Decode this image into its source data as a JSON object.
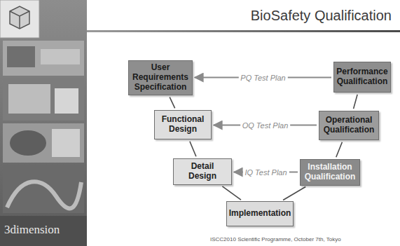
{
  "diagram": {
    "title": "BioSafety Qualification",
    "nodes": [
      {
        "text": [
          "User Requirements Specification"
        ]
      },
      {
        "text": [
          "Performance Qualification"
        ]
      },
      {
        "text": [
          "Functional Design"
        ]
      },
      {
        "text": [
          "Operational Qualification"
        ]
      },
      {
        "text": [
          "Detail Design"
        ]
      },
      {
        "text": [
          "Installation Qualification"
        ]
      },
      {
        "text": [
          "Implementation"
        ]
      }
    ],
    "edges": [
      {
        "from": 1,
        "to": 0,
        "label": "PQ Test Plan",
        "arrow": "to"
      },
      {
        "from": 3,
        "to": 2,
        "label": "OQ Test Plan",
        "arrow": "to"
      },
      {
        "from": 5,
        "to": 4,
        "label": "IQ Test Plan",
        "arrow": "to"
      },
      {
        "from": 0,
        "to": 2,
        "arrow": "none"
      },
      {
        "from": 2,
        "to": 4,
        "arrow": "none"
      },
      {
        "from": 4,
        "to": 6,
        "arrow": "none"
      },
      {
        "from": 6,
        "to": 5,
        "arrow": "none"
      },
      {
        "from": 5,
        "to": 3,
        "arrow": "none"
      },
      {
        "from": 3,
        "to": 1,
        "arrow": "none"
      }
    ],
    "labels": [
      "3dimension",
      "ISCC2010 Scientific Programme, October 7th, Tokyo"
    ]
  }
}
